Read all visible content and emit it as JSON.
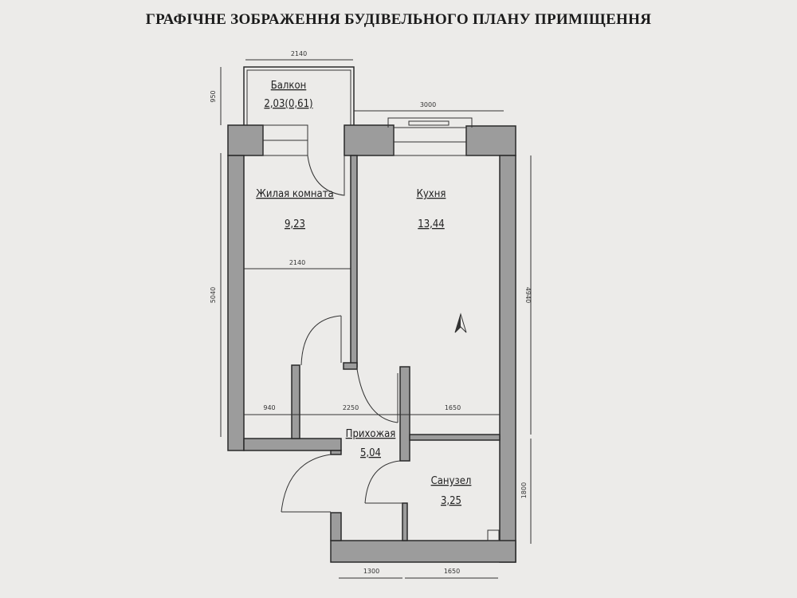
{
  "title": "ГРАФІЧНЕ ЗОБРАЖЕННЯ БУДІВЕЛЬНОГО ПЛАНУ ПРИМІЩЕННЯ",
  "rooms": {
    "balcony": {
      "name": "Балкон",
      "area": "2,03(0,61)"
    },
    "living": {
      "name": "Жилая комната",
      "area": "9,23"
    },
    "kitchen": {
      "name": "Кухня",
      "area": "13,44"
    },
    "hall": {
      "name": "Прихожая",
      "area": "5,04"
    },
    "bathroom": {
      "name": "Санузел",
      "area": "3,25"
    }
  },
  "dimensions": {
    "balcony_width": "2140",
    "balcony_depth": "950",
    "kitchen_width": "3000",
    "living_width": "2140",
    "left_height": "5040",
    "right_upper_height": "4940",
    "right_lower_height": "1800",
    "mid_940": "940",
    "mid_2250": "2250",
    "mid_1650": "1650",
    "bottom_1300": "1300",
    "bottom_1650": "1650"
  }
}
